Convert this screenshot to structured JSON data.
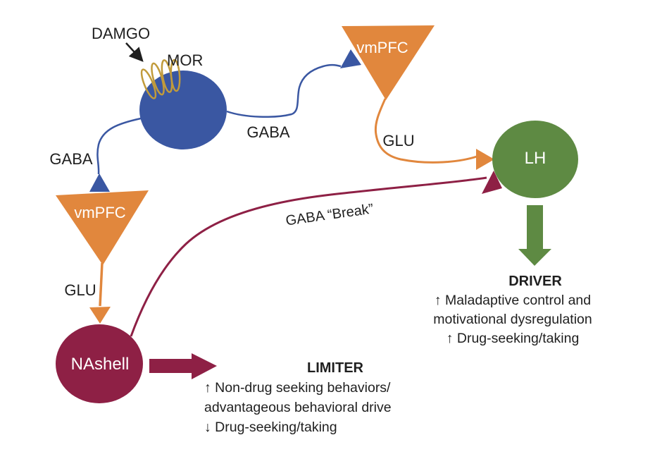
{
  "diagram": {
    "colors": {
      "blue": "#3A57A2",
      "orange": "#E1873D",
      "maroon": "#8E2045",
      "green": "#5E8A43",
      "gold": "#C19B3B",
      "ink": "#1F1F1F",
      "white": "#FFFFFF"
    },
    "nodes": {
      "mor": "MOR",
      "damgo": "DAMGO",
      "vmpfc_top": "vmPFC",
      "vmpfc_left": "vmPFC",
      "lh": "LH",
      "nashell": "NAshell"
    },
    "labels": {
      "gaba_left": "GABA",
      "gaba_right": "GABA",
      "glu_left": "GLU",
      "glu_right": "GLU",
      "gaba_break": "GABA “Break”"
    },
    "driver": {
      "heading": "DRIVER",
      "line1": "↑ Maladaptive control and",
      "line2": "motivational dysregulation",
      "line3": "↑ Drug-seeking/taking"
    },
    "limiter": {
      "heading": "LIMITER",
      "line1": "↑ Non-drug seeking behaviors/",
      "line2": "advantageous behavioral drive",
      "line3": "↓ Drug-seeking/taking"
    }
  }
}
